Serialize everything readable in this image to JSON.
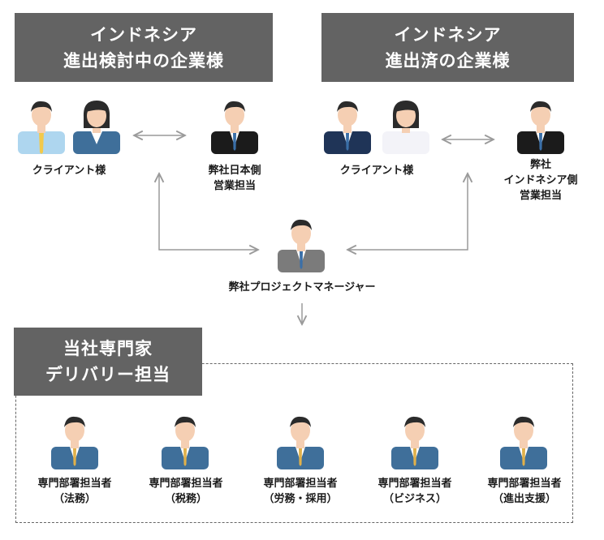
{
  "boxes": {
    "left": {
      "line1": "インドネシア",
      "line2": "進出検討中の企業様"
    },
    "right": {
      "line1": "インドネシア",
      "line2": "進出済の企業様"
    },
    "bottom": {
      "line1": "当社専門家",
      "line2": "デリバリー担当"
    }
  },
  "labels": {
    "client_left": "クライアント様",
    "client_right": "クライアント様",
    "sales_japan": [
      "弊社日本側",
      "営業担当"
    ],
    "sales_indonesia": [
      "弊社",
      "インドネシア側",
      "営業担当"
    ],
    "pm": "弊社プロジェクトマネージャー"
  },
  "specialists": [
    {
      "line1": "専門部署担当者",
      "line2": "（法務）"
    },
    {
      "line1": "専門部署担当者",
      "line2": "（税務）"
    },
    {
      "line1": "専門部署担当者",
      "line2": "（労務・採用）"
    },
    {
      "line1": "専門部署担当者",
      "line2": "（ビジネス）"
    },
    {
      "line1": "専門部署担当者",
      "line2": "（進出支援）"
    }
  ],
  "colors": {
    "box_bg": "#636363",
    "suit_blue": "#3f6f9a",
    "suit_navy": "#1f3457",
    "suit_black": "#1b1b1b",
    "suit_gray": "#7b7b7b",
    "shirt_lightblue": "#aed6ef",
    "skin": "#f5cfb3",
    "hair": "#2b2b2b",
    "tie_blue": "#3a6fa8",
    "tie_gold": "#e0b04a",
    "arrow": "#9a9a9a"
  }
}
